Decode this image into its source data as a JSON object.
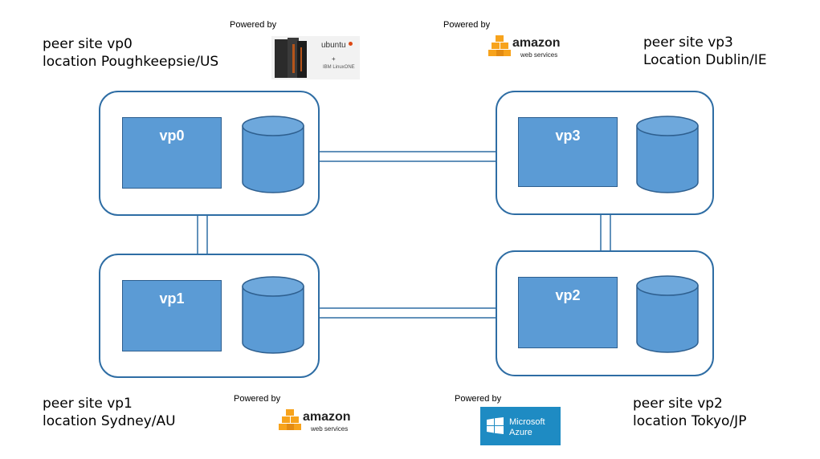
{
  "sites": [
    {
      "id": "vp0",
      "name_line": "peer site vp0",
      "location_line": "location Poughkeepsie/US",
      "powered_by": "Powered by",
      "provider_logo": "ubuntu-on-linuxone-logo",
      "logo_texts": {
        "ubuntu": "ubuntu",
        "plus": "+",
        "linuxone": "IBM LinuxONE"
      }
    },
    {
      "id": "vp1",
      "name_line": "peer site vp1",
      "location_line": "location Sydney/AU",
      "powered_by": "Powered by",
      "provider_logo": "aws-logo",
      "logo_texts": {
        "amazon": "amazon",
        "webservices": "web services"
      }
    },
    {
      "id": "vp2",
      "name_line": "peer site vp2",
      "location_line": "location Tokyo/JP",
      "powered_by": "Powered by",
      "provider_logo": "azure-logo",
      "logo_texts": {
        "microsoft": "Microsoft",
        "azure": "Azure"
      }
    },
    {
      "id": "vp3",
      "name_line": "peer site vp3",
      "location_line": "Location Dublin/IE",
      "powered_by": "Powered by",
      "provider_logo": "aws-logo",
      "logo_texts": {
        "amazon": "amazon",
        "webservices": "web services"
      }
    }
  ],
  "colors": {
    "node_border": "#2e6da4",
    "vp_fill": "#5b9bd5",
    "db_fill": "#5b9bd5",
    "link": "#2e6da4",
    "aws_orange": "#f7a31c",
    "azure_blue": "#1e8bc3"
  }
}
